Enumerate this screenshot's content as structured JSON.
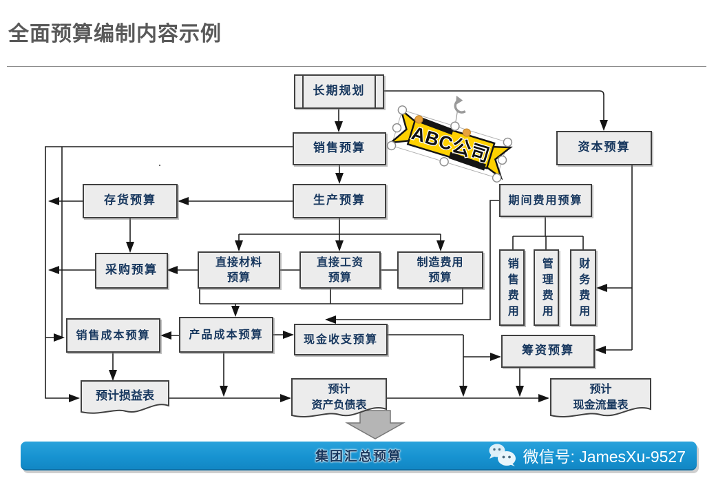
{
  "header": {
    "title": "全面预算编制内容示例"
  },
  "selection": {
    "banner_label": "ABC公司"
  },
  "nodes": {
    "long_term_plan": "长期规划",
    "sales_budget": "销售预算",
    "capital_budget": "资本预算",
    "inventory_budget": "存货预算",
    "production_budget": "生产预算",
    "period_expense_budget": "期间费用预算",
    "purchase_budget": "采购预算",
    "direct_material": "直接材料\n预算",
    "direct_labor": "直接工资\n预算",
    "mfg_overhead": "制造费用\n预算",
    "selling_expense": "销售费用",
    "admin_expense": "管理费用",
    "finance_expense": "财务费用",
    "cogs_budget": "销售成本预算",
    "product_cost_budget": "产品成本预算",
    "cash_budget": "现金收支预算",
    "financing_budget": "筹资预算",
    "income_statement": "预计损益表",
    "balance_sheet": "预计\n资产负债表",
    "cashflow_statement": "预计\n现金流量表"
  },
  "footer": {
    "group_budget": "集团汇总预算",
    "wechat_label": "微信号: JamesXu-9527"
  },
  "colors": {
    "bar_blue": "#1793d1",
    "node_text_navy": "#17375e",
    "banner_yellow": "#ffd100",
    "title_gray": "#595959"
  }
}
